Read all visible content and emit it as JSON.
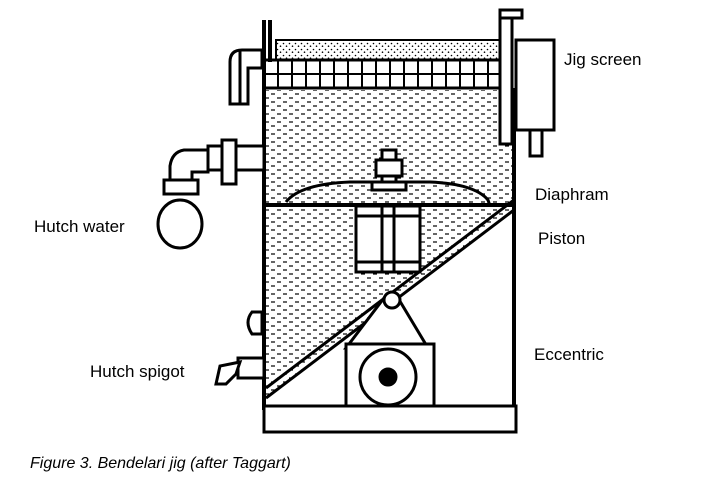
{
  "labels": {
    "jig_screen": "Jig screen",
    "diaphragm": "Diaphram",
    "hutch_water": "Hutch water",
    "piston": "Piston",
    "hutch_spigot": "Hutch spigot",
    "eccentric": "Eccentric"
  },
  "caption": "Figure 3. Bendelari jig (after Taggart)"
}
